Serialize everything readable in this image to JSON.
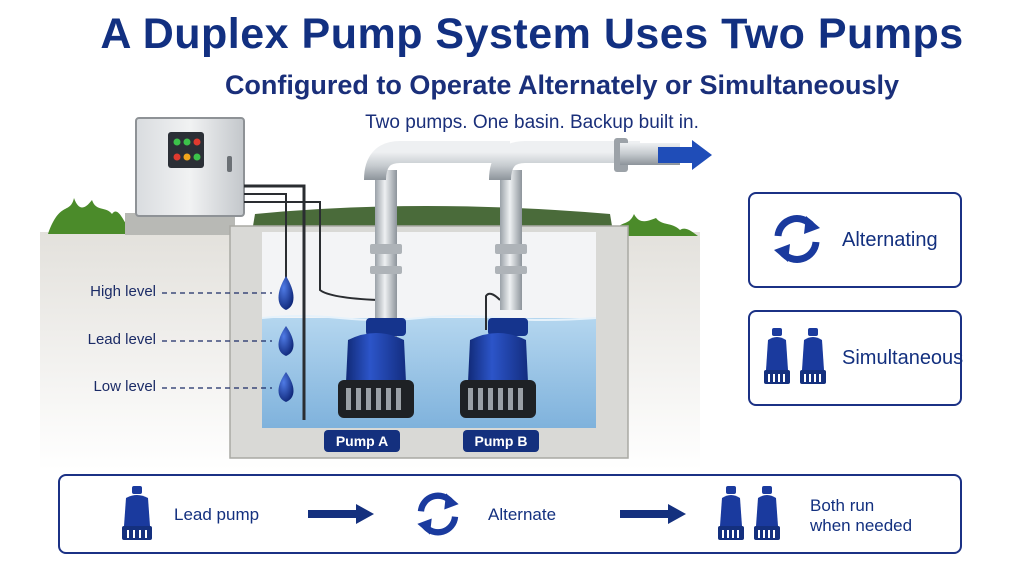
{
  "header": {
    "title": "A Duplex Pump System Uses Two Pumps",
    "subtitle": "Configured to Operate Alternately or Simultaneously",
    "tagline": "Two pumps. One basin. Backup built in."
  },
  "levels": {
    "high": "High level",
    "lead": "Lead level",
    "low": "Low level"
  },
  "pumps": {
    "a": "Pump A",
    "b": "Pump B"
  },
  "modes": {
    "alternating": "Alternating",
    "simultaneous": "Simultaneous"
  },
  "sequence": {
    "lead_pump": "Lead pump",
    "alternate": "Alternate",
    "both_run_line1": "Both run",
    "both_run_line2": "when needed"
  },
  "colors": {
    "navy": "#14307e",
    "pump_blue": "#1f3fa6",
    "water": "#9cc7e6",
    "concrete": "#d9d9d6",
    "grass": "#4b8b2a",
    "pipe": "#c8ccd0",
    "lid": "#4a6b3a"
  },
  "icons": {
    "control_panel": "control-panel-icon",
    "float_switch": "float-switch-icon",
    "cycle": "cycle-arrows-icon",
    "pump": "submersible-pump-icon",
    "arrow": "right-arrow-icon"
  }
}
